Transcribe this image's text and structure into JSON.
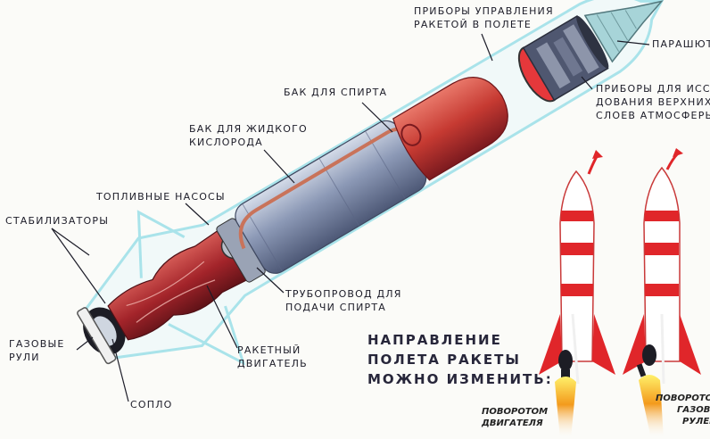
{
  "labels": {
    "control_instruments": [
      "ПРИБОРЫ УПРАВЛЕНИЯ",
      "РАКЕТОЙ В ПОЛЕТЕ"
    ],
    "parachute": "ПАРАШЮТ",
    "research_instruments": [
      "ПРИБОРЫ ДЛЯ ИССЛЕ",
      "ДОВАНИЯ ВЕРХНИХ",
      "СЛОЕВ АТМОСФЕРЫ"
    ],
    "alcohol_tank": "БАК ДЛЯ СПИРТА",
    "oxygen_tank": [
      "БАК ДЛЯ ЖИДКОГО",
      "КИСЛОРОДА"
    ],
    "fuel_pumps": "ТОПЛИВНЫЕ НАСОСЫ",
    "stabilizers": "СТАБИЛИЗАТОРЫ",
    "pipeline": [
      "ТРУБОПРОВОД ДЛЯ",
      "ПОДАЧИ СПИРТА"
    ],
    "gas_rudders": [
      "ГАЗОВЫЕ",
      "РУЛИ"
    ],
    "rocket_engine": [
      "РАКЕТНЫЙ",
      "ДВИГАТЕЛЬ"
    ],
    "nozzle": "СОПЛО"
  },
  "direction_text": [
    "НАПРАВЛЕНИЕ",
    "ПОЛЕТА РАКЕТЫ",
    "МОЖНО ИЗМЕНИТЬ:"
  ],
  "captions": {
    "by_engine": [
      "ПОВОРОТОМ",
      "ДВИГАТЕЛЯ"
    ],
    "by_rudders": [
      "ПОВОРОТОМ",
      "ГАЗОВЫ",
      "РУЛЕЙ"
    ]
  },
  "colors": {
    "hull_outline": "#a9e3ea",
    "engine_red": "#a3242a",
    "tank_blue": "#8f9bb8",
    "alcohol_tank_red": "#c63a32",
    "stripe_red": "#e0262a",
    "flame_orange": "#f39a1c"
  }
}
